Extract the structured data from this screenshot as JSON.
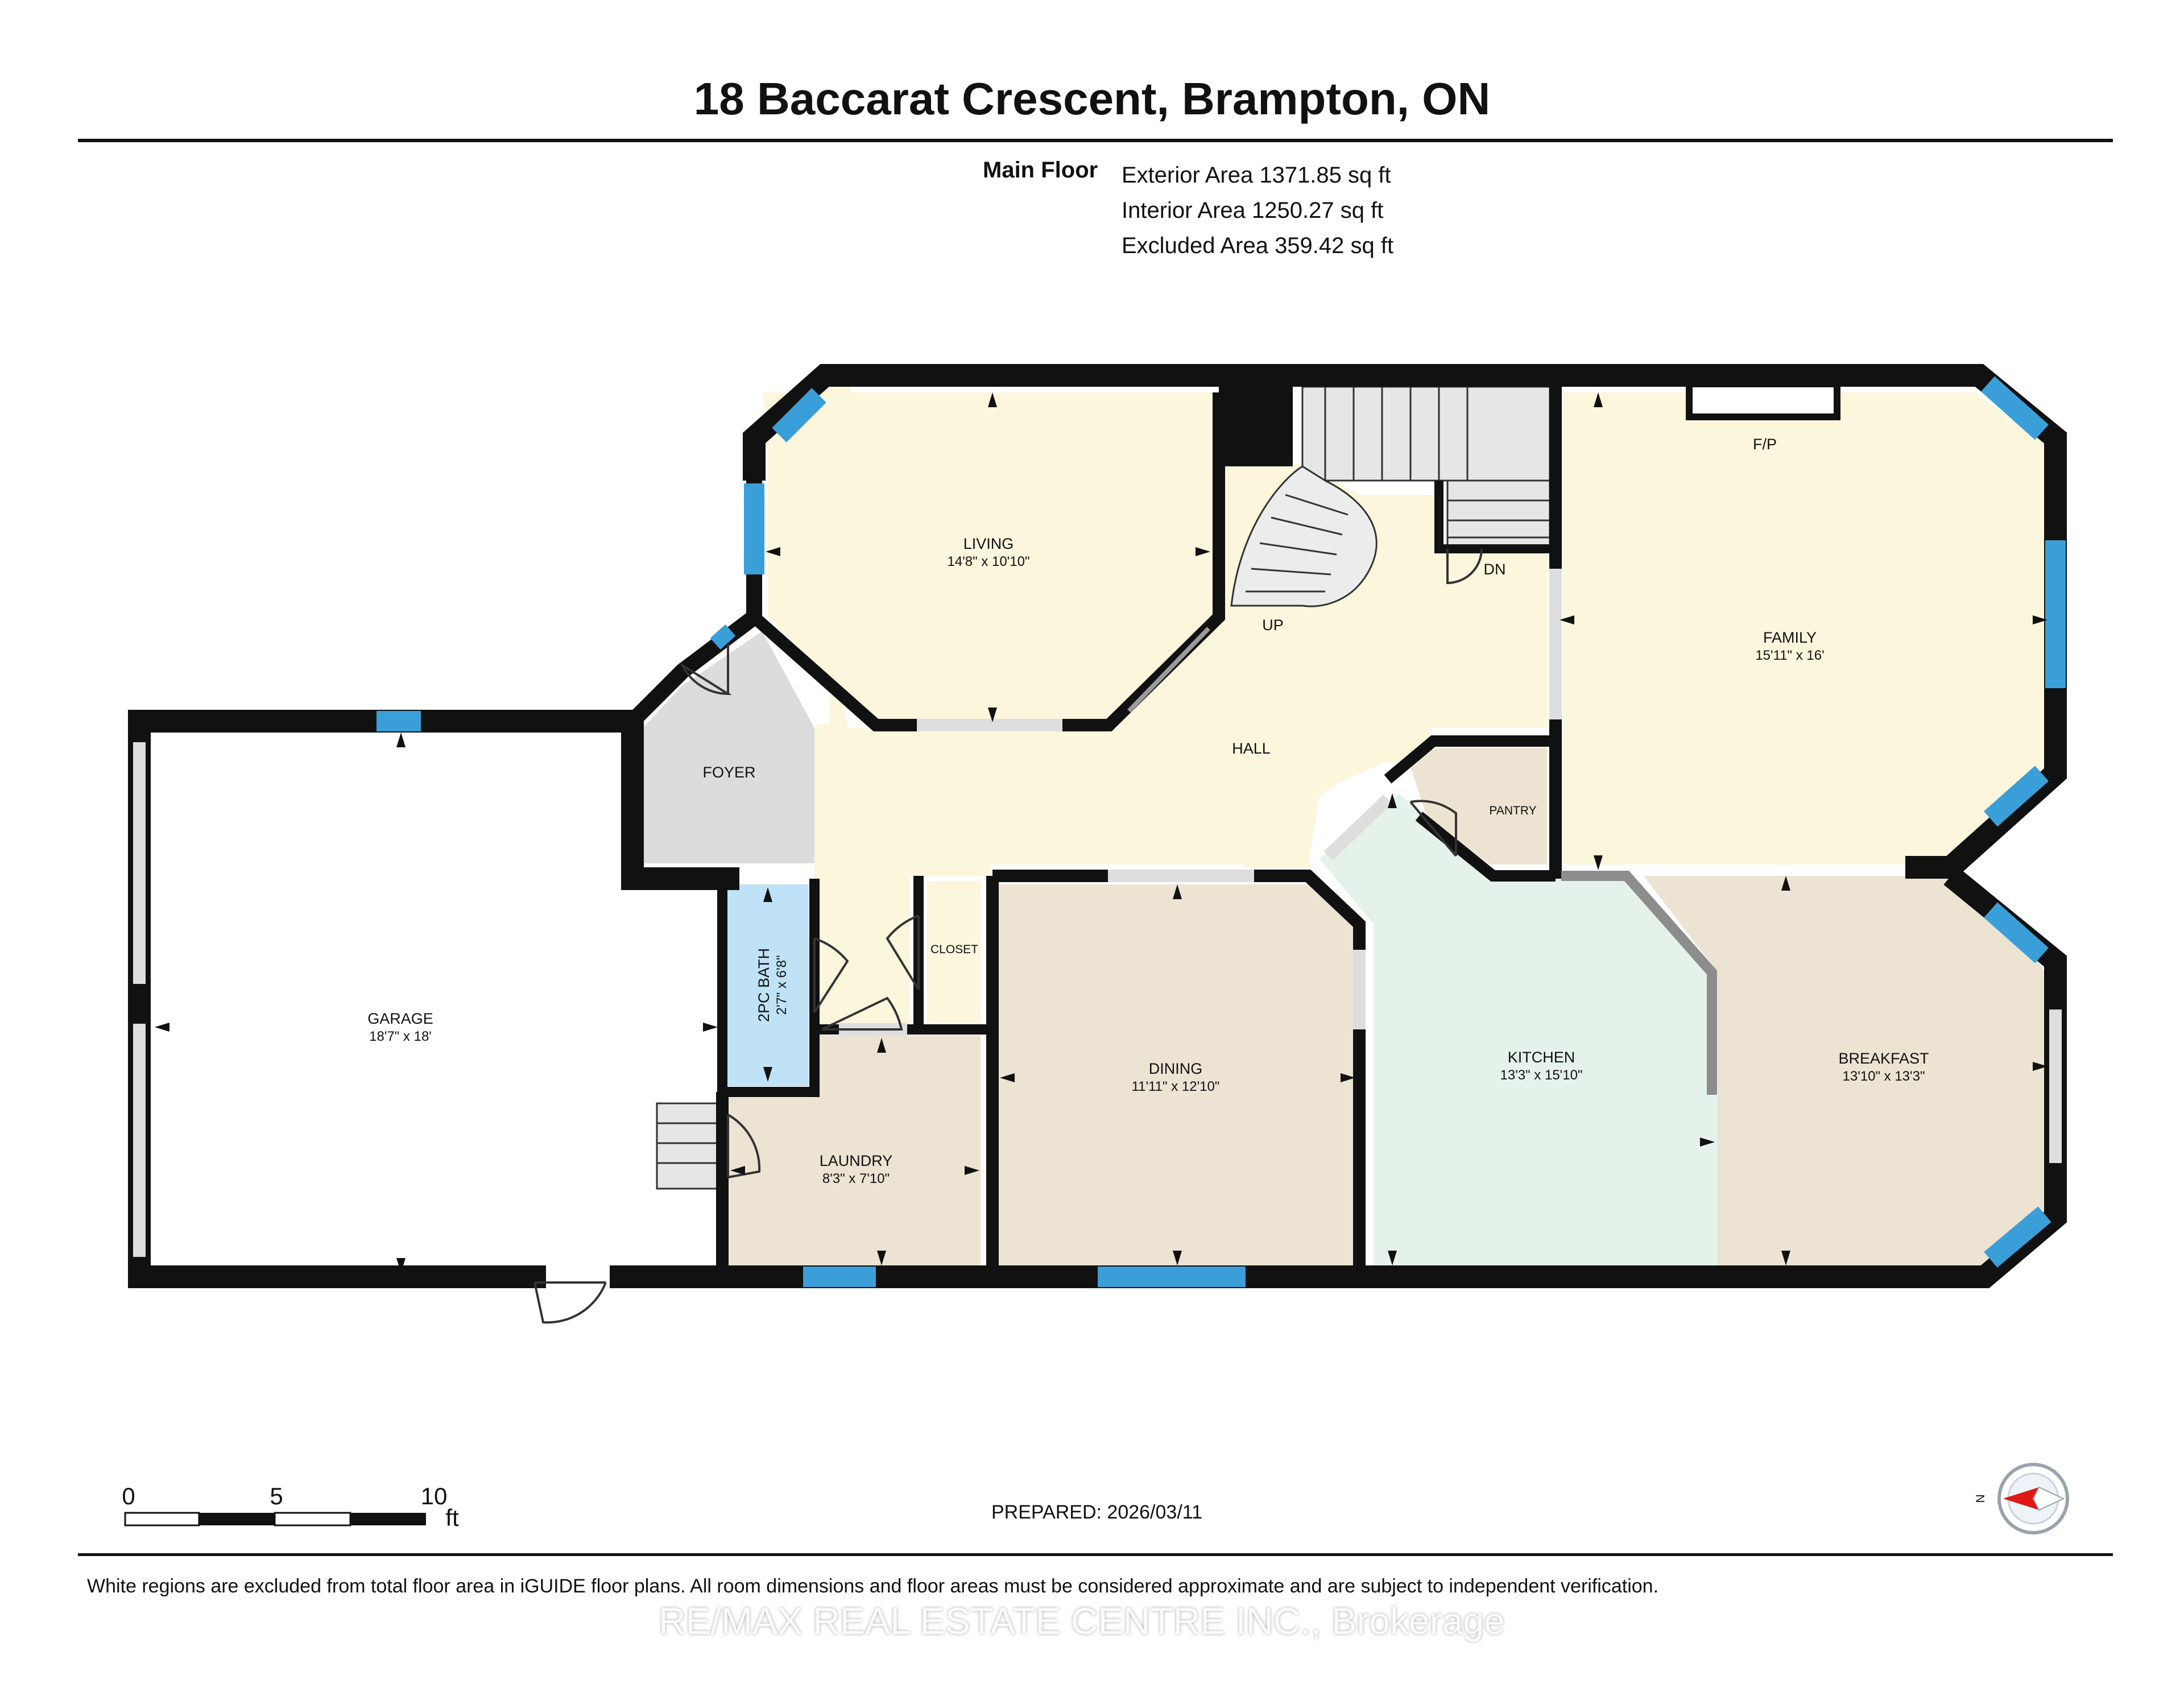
{
  "header": {
    "title": "18 Baccarat Crescent, Brampton, ON"
  },
  "areas": {
    "floor_label": "Main Floor",
    "exterior": "Exterior Area 1371.85 sq ft",
    "interior": "Interior Area 1250.27 sq ft",
    "excluded": "Excluded Area 359.42 sq ft"
  },
  "rooms": {
    "living": {
      "name": "LIVING",
      "dims": "14'8\" x 10'10\""
    },
    "family": {
      "name": "FAMILY",
      "dims": "15'11\" x 16'"
    },
    "fp": "F/P",
    "up": "UP",
    "dn": "DN",
    "hall": "HALL",
    "foyer": "FOYER",
    "pantry": "PANTRY",
    "closet": "CLOSET",
    "bath": {
      "name": "2PC BATH",
      "dims": "2'7\" x 6'8\""
    },
    "garage": {
      "name": "GARAGE",
      "dims": "18'7\" x 18'"
    },
    "laundry": {
      "name": "LAUNDRY",
      "dims": "8'3\" x 7'10\""
    },
    "dining": {
      "name": "DINING",
      "dims": "11'11\" x 12'10\""
    },
    "kitchen": {
      "name": "KITCHEN",
      "dims": "13'3\" x 15'10\""
    },
    "breakfast": {
      "name": "BREAKFAST",
      "dims": "13'10\" x 13'3\""
    }
  },
  "scale": {
    "zero": "0",
    "five": "5",
    "ten": "10",
    "unit": "ft"
  },
  "compass": {
    "label": "N"
  },
  "footer": {
    "prepared": "PREPARED: 2026/03/11",
    "disclaimer": "White regions are excluded from total floor area in iGUIDE floor plans. All room dimensions and floor areas must be considered approximate and are subject to independent verification.",
    "watermark": "RE/MAX REAL ESTATE CENTRE INC., Brokerage"
  },
  "colors": {
    "wall": "#111111",
    "window": "#3a9fd8",
    "living": "#fbf6dc",
    "hall": "#fbf6dc",
    "family": "#fbf6dc",
    "foyer": "#dcdcdc",
    "garage": "#ffffff",
    "laundry": "#ece3d3",
    "dining": "#ece3d3",
    "pantry": "#ece3d3",
    "breakfast": "#ece3d3",
    "kitchen": "#e5f2ea",
    "bath": "#bfe2f6",
    "compass_arrow": "#e01818"
  }
}
